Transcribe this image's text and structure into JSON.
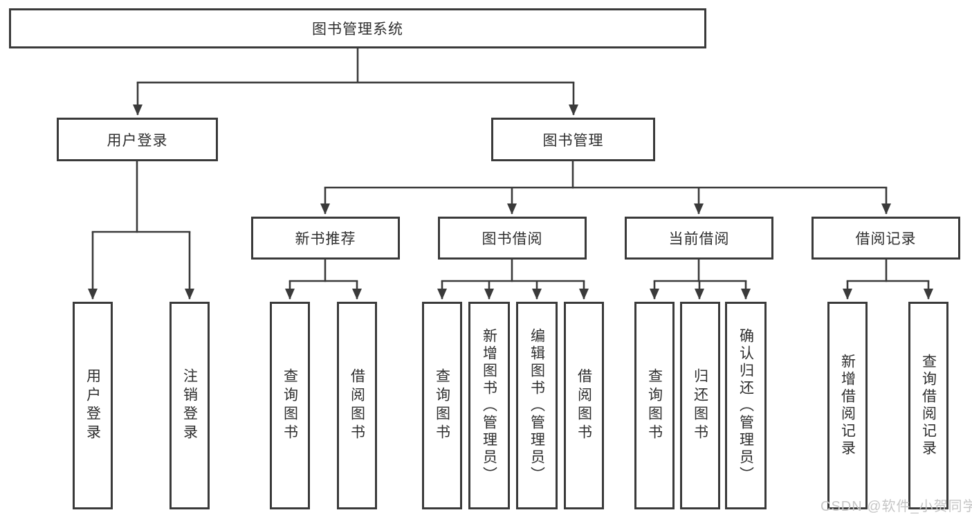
{
  "diagram": {
    "title": "图书管理系统",
    "colors": {
      "line": "#3a3a3a",
      "text": "#2e2e2e",
      "watermark_text": "#c6c6c6",
      "background": "#ffffff"
    },
    "tree": {
      "label": "图书管理系统",
      "children": [
        {
          "label": "用户登录",
          "children": [
            {
              "label": "用户登录"
            },
            {
              "label": "注销登录"
            }
          ]
        },
        {
          "label": "图书管理",
          "children": [
            {
              "label": "新书推荐",
              "children": [
                {
                  "label": "查询图书"
                },
                {
                  "label": "借阅图书"
                }
              ]
            },
            {
              "label": "图书借阅",
              "children": [
                {
                  "label": "查询图书"
                },
                {
                  "label": "新增图书（管理员）"
                },
                {
                  "label": "编辑图书（管理员）"
                },
                {
                  "label": "借阅图书"
                }
              ]
            },
            {
              "label": "当前借阅",
              "children": [
                {
                  "label": "查询图书"
                },
                {
                  "label": "归还图书"
                },
                {
                  "label": "确认归还（管理员）"
                }
              ]
            },
            {
              "label": "借阅记录",
              "children": [
                {
                  "label": "新增借阅记录"
                },
                {
                  "label": "查询借阅记录"
                }
              ]
            }
          ]
        }
      ]
    },
    "watermark": "CSDN @软件_小贺同学"
  }
}
